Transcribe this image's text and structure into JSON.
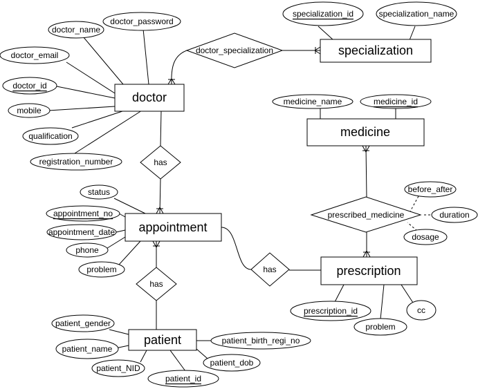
{
  "entities": {
    "doctor": "doctor",
    "specialization": "specialization",
    "medicine": "medicine",
    "appointment": "appointment",
    "prescription": "prescription",
    "patient": "patient"
  },
  "relationships": {
    "doctor_specialization": "doctor_specialization",
    "doctor_appointment": "has",
    "appointment_patient": "has",
    "appointment_prescription": "has",
    "prescribed_medicine": "prescribed_medicine"
  },
  "attributes": {
    "doctor_name": "doctor_name",
    "doctor_password": "doctor_password",
    "doctor_email": "doctor_email",
    "doctor_id": "doctor_id",
    "mobile": "mobile",
    "qualification": "qualification",
    "registration_number": "registration_number",
    "specialization_id": "specialization_id",
    "specialization_name": "specialization_name",
    "medicine_name": "medicine_name",
    "medicine_id": "medicine_id",
    "before_after": "before_after",
    "duration": "duration",
    "dosage": "dosage",
    "status": "status",
    "appointment_no": "appointment_no",
    "appointment_date": "appointment_date",
    "phone": "phone",
    "appointment_problem": "problem",
    "prescription_id": "prescription_id",
    "prescription_problem": "problem",
    "cc": "cc",
    "patient_gender": "patient_gender",
    "patient_name": "patient_name",
    "patient_NID": "patient_NID",
    "patient_id": "patient_id",
    "patient_dob": "patient_dob",
    "patient_birth_regi_no": "patient_birth_regi_no"
  }
}
